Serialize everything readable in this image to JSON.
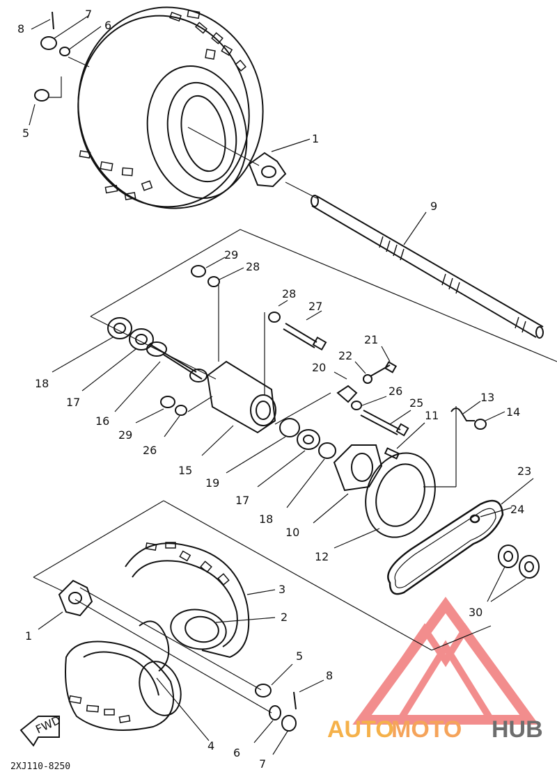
{
  "diagram": {
    "drawing_code": "2XJ110-8250",
    "fwd_label": "FWD",
    "callouts": {
      "c1_top": "1",
      "c5_top": "5",
      "c6_top": "6",
      "c7_top": "7",
      "c8_top": "8",
      "c9": "9",
      "c29_top": "29",
      "c28_top": "28",
      "c28_mid": "28",
      "c27": "27",
      "c21": "21",
      "c22": "22",
      "c20": "20",
      "c26_mid": "26",
      "c25": "25",
      "c18_left": "18",
      "c17_left": "17",
      "c16": "16",
      "c29_left": "29",
      "c26_left": "26",
      "c15": "15",
      "c19": "19",
      "c17_mid": "17",
      "c18_mid": "18",
      "c10": "10",
      "c11": "11",
      "c12": "12",
      "c13": "13",
      "c14": "14",
      "c23": "23",
      "c24": "24",
      "c30": "30",
      "c3": "3",
      "c2": "2",
      "c1_bot": "1",
      "c5_bot": "5",
      "c8_bot": "8",
      "c4": "4",
      "c6_bot": "6",
      "c7_bot": "7"
    }
  },
  "watermark": {
    "part1": "AUTO",
    "part2": "MOTO",
    "part3": "HUB",
    "colors": {
      "logo": "#f07a7a",
      "auto": "#f5b14a",
      "moto": "#f5a35a",
      "hub": "#6d6d6d"
    }
  }
}
